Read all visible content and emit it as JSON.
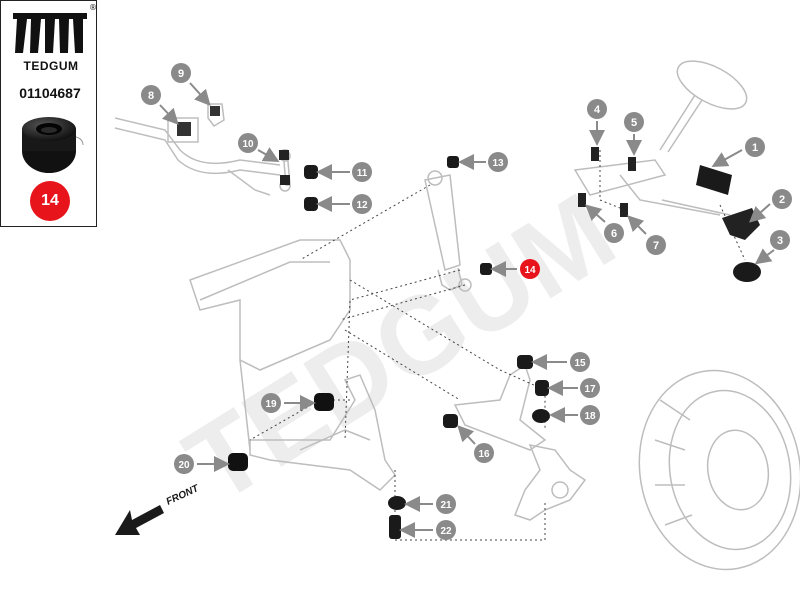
{
  "brand": {
    "name": "TEDGUM",
    "part_number": "01104687",
    "registered_mark": "®",
    "highlight_number": "14",
    "highlight_color": "#e8141c"
  },
  "diagram": {
    "front_label": "FRONT",
    "watermark": "TEDGUM",
    "callouts": [
      {
        "id": "1",
        "highlighted": false
      },
      {
        "id": "2",
        "highlighted": false
      },
      {
        "id": "3",
        "highlighted": false
      },
      {
        "id": "4",
        "highlighted": false
      },
      {
        "id": "5",
        "highlighted": false
      },
      {
        "id": "6",
        "highlighted": false
      },
      {
        "id": "7",
        "highlighted": false
      },
      {
        "id": "8",
        "highlighted": false
      },
      {
        "id": "9",
        "highlighted": false
      },
      {
        "id": "10",
        "highlighted": false
      },
      {
        "id": "11",
        "highlighted": false
      },
      {
        "id": "12",
        "highlighted": false
      },
      {
        "id": "13",
        "highlighted": false
      },
      {
        "id": "14",
        "highlighted": true
      },
      {
        "id": "15",
        "highlighted": false
      },
      {
        "id": "16",
        "highlighted": false
      },
      {
        "id": "17",
        "highlighted": false
      },
      {
        "id": "18",
        "highlighted": false
      },
      {
        "id": "19",
        "highlighted": false
      },
      {
        "id": "20",
        "highlighted": false
      },
      {
        "id": "21",
        "highlighted": false
      },
      {
        "id": "22",
        "highlighted": false
      }
    ]
  },
  "colors": {
    "callout_grey": "#8a8a8a",
    "line_grey": "#b8b8b8",
    "dark": "#1a1a1a",
    "watermark": "#ececec"
  }
}
